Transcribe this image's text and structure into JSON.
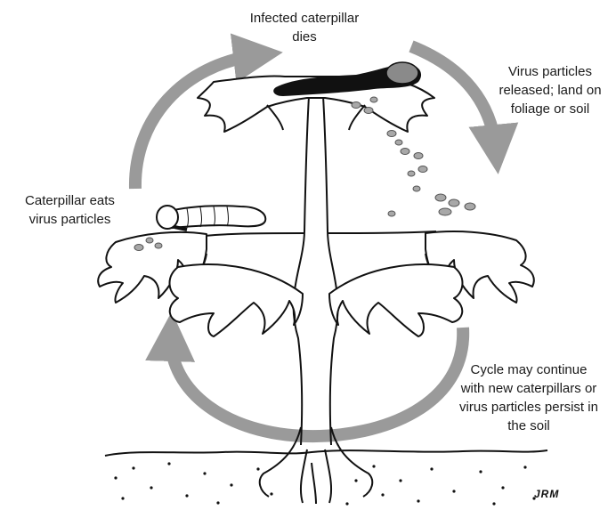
{
  "diagram": {
    "labels": {
      "infected_dies": [
        "Infected caterpillar",
        "dies"
      ],
      "released": [
        "Virus particles",
        "released; land on",
        "foliage or soil"
      ],
      "eats": [
        "Caterpillar eats",
        "virus particles"
      ],
      "cycle": [
        "Cycle may continue",
        "with new caterpillars or",
        "virus particles persist in",
        "the soil"
      ]
    },
    "signature": "JRM",
    "colors": {
      "arrow": "#9a9a9a",
      "ink": "#111111",
      "particle": "#a8a8a8",
      "caterpillar_dead": "#111111"
    }
  }
}
